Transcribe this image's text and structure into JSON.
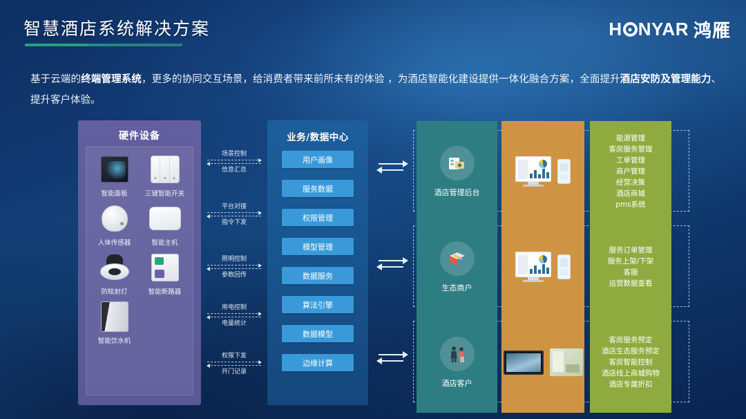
{
  "header": {
    "title": "智慧酒店系统解决方案",
    "logo_en": "H NYAR",
    "logo_en_before": "H",
    "logo_en_after": "NYAR",
    "logo_cn": "鸿雁"
  },
  "intro": {
    "seg1": "基于云端的",
    "seg2_bold": "终端管理系统",
    "seg3": "，更多的协同交互场景，给消费者带来前所未有的体验 ，为酒店智能化建设提供一体化融合方案，全面提升",
    "seg4_bold": "酒店安防及管理能力",
    "seg5": "、提升客户体验。"
  },
  "hardware": {
    "title": "硬件设备",
    "items": [
      {
        "label": "智能面板",
        "icon": "smart-panel-icon"
      },
      {
        "label": "三键智能开关",
        "icon": "three-key-switch-icon"
      },
      {
        "label": "人体传感器",
        "icon": "motion-sensor-icon"
      },
      {
        "label": "智能主机",
        "icon": "smart-gateway-icon"
      },
      {
        "label": "防眩射灯",
        "icon": "anti-glare-spotlight-icon"
      },
      {
        "label": "智能断路器",
        "icon": "smart-breaker-icon"
      },
      {
        "label": "智能饮水机",
        "icon": "smart-water-dispenser-icon"
      }
    ]
  },
  "connectors": [
    {
      "top": "场景控制",
      "bottom": "信息汇总"
    },
    {
      "top": "平台对接",
      "bottom": "指令下发"
    },
    {
      "top": "照明控制",
      "bottom": "参数回传"
    },
    {
      "top": "用电控制",
      "bottom": "电量统计"
    },
    {
      "top": "权限下发",
      "bottom": "开门记录"
    }
  ],
  "data_center": {
    "title": "业务/数据中心",
    "items": [
      "用户画像",
      "服务数据",
      "权限管理",
      "模型管理",
      "数据服务",
      "算法引擎",
      "数据模型",
      "边缘计算"
    ]
  },
  "rows": [
    {
      "role": "酒店管理后台",
      "role_icon": "hotel-backend-icon",
      "devices": [
        "monitor-dashboard-icon",
        "phone-app-icon"
      ],
      "features": [
        "能源管理",
        "客房服务管理",
        "工单管理",
        "商户管理",
        "经营决策",
        "酒店商城",
        "pms系统"
      ]
    },
    {
      "role": "生态商户",
      "role_icon": "merchant-box-icon",
      "devices": [
        "monitor-dashboard-icon",
        "phone-app-icon"
      ],
      "features": [
        "服务订单管理",
        "服务上架/下架",
        "客服",
        "运营数据查看"
      ]
    },
    {
      "role": "酒店客户",
      "role_icon": "guests-icon",
      "devices": [
        "tv-screen-icon",
        "hotel-room-icon"
      ],
      "features": [
        "客房服务预定",
        "酒店生态服务预定",
        "客房智能控制",
        "酒店线上商城购物",
        "酒店专属折扣"
      ]
    }
  ],
  "colors": {
    "background": "#0d2f62",
    "accent_green": "#24a179",
    "hardware_panel": "#5d5b9a",
    "data_center_panel": "#1c5e9c",
    "data_center_button": "#3a9ad9",
    "role_column": "#2e7d82",
    "device_column": "#cf9443",
    "feature_column": "#8faa3e"
  }
}
